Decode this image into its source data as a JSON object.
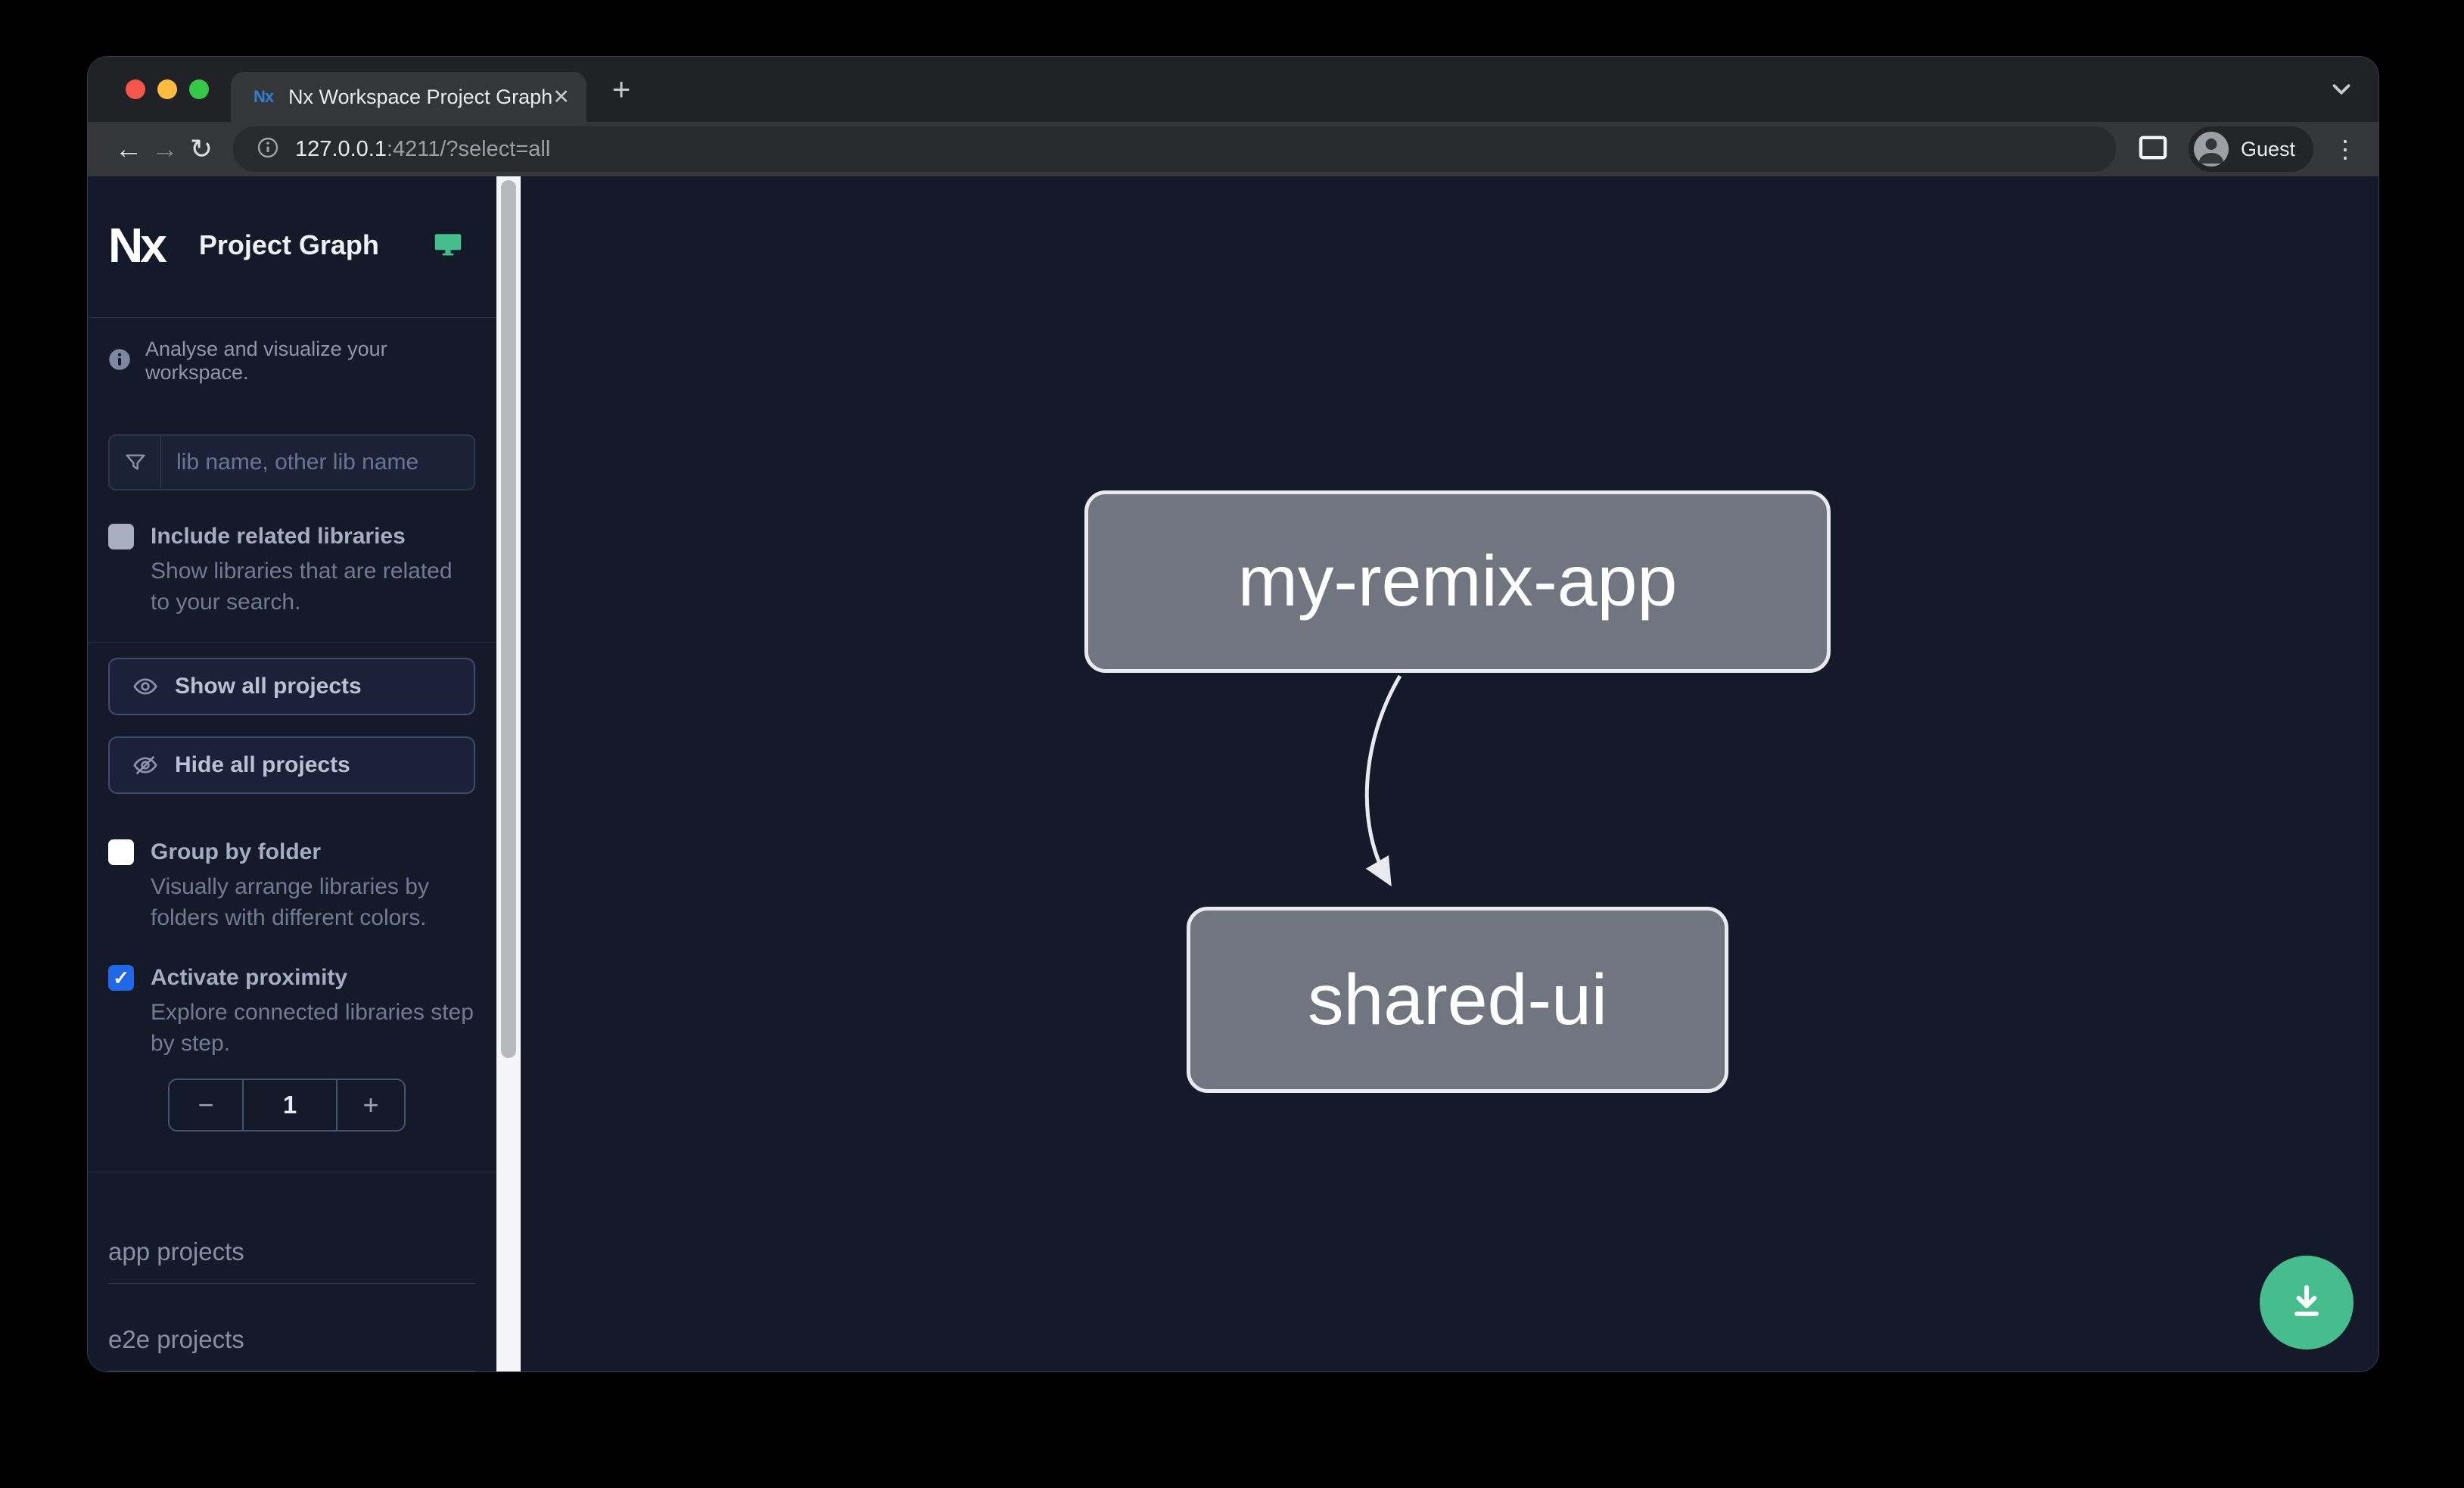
{
  "browser": {
    "tab": {
      "favicon_text": "Nx",
      "title": "Nx Workspace Project Graph"
    },
    "glyphs": {
      "close": "✕",
      "new_tab": "+",
      "back": "←",
      "forward": "→",
      "reload": "↻",
      "kebab": "⋮"
    },
    "url": {
      "host": "127.0.0.1",
      "rest": ":4211/?select=all"
    },
    "profile_label": "Guest"
  },
  "sidebar": {
    "logo_text": "Nx",
    "title": "Project Graph",
    "tagline": "Analyse and visualize your workspace.",
    "filter_placeholder": "lib name, other lib name",
    "include_related": {
      "label": "Include related libraries",
      "description": "Show libraries that are related to your search.",
      "checked": false
    },
    "show_all_label": "Show all projects",
    "hide_all_label": "Hide all projects",
    "group_by_folder": {
      "label": "Group by folder",
      "description": "Visually arrange libraries by folders with different colors.",
      "checked": false
    },
    "activate_proximity": {
      "label": "Activate proximity",
      "description": "Explore connected libraries step by step.",
      "checked": true
    },
    "stepper": {
      "decrement": "−",
      "value": "1",
      "increment": "+"
    },
    "sections": [
      {
        "label": "app projects"
      },
      {
        "label": "e2e projects"
      }
    ]
  },
  "graph": {
    "nodes": [
      {
        "label": "my-remix-app"
      },
      {
        "label": "shared-ui"
      }
    ],
    "edges": [
      {
        "from": "my-remix-app",
        "to": "shared-ui"
      }
    ]
  },
  "colors": {
    "accent_teal": "#45bd8d",
    "proximity_checkbox_blue": "#2168e8",
    "node_fill": "#70757f",
    "canvas_bg": "#151a2b"
  }
}
